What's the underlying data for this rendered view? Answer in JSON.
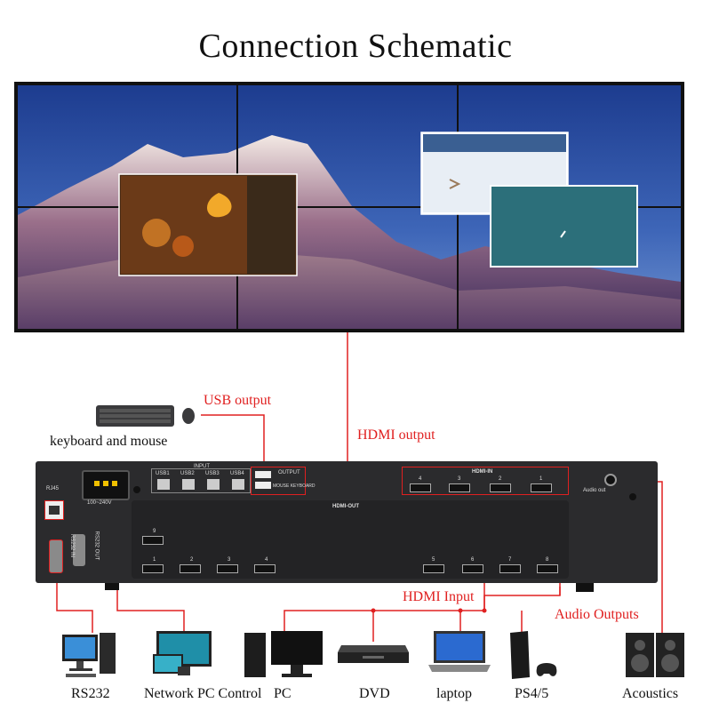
{
  "title": "Connection Schematic",
  "labels": {
    "usb_output": "USB output",
    "keyboard_mouse": "keyboard and mouse",
    "hdmi_output": "HDMI output",
    "hdmi_input": "HDMI Input",
    "audio_outputs": "Audio Outputs"
  },
  "device": {
    "input_group": "INPUT",
    "usb_ports": [
      "USB1",
      "USB2",
      "USB3",
      "USB4"
    ],
    "output_group": "OUTPUT",
    "mouse_keyboard": "MOUSE KEYBOARD",
    "hdmi_in_title": "HDMI-IN",
    "hdmi_in_ports": [
      "4",
      "3",
      "2",
      "1"
    ],
    "audio_out": "Audio out",
    "hdmi_out_title": "HDMI-OUT",
    "hdmi_out_top_port": "9",
    "hdmi_out_ports_left": [
      "1",
      "2",
      "3",
      "4"
    ],
    "hdmi_out_ports_right": [
      "5",
      "6",
      "7",
      "8"
    ],
    "rj45": "RJ45",
    "power": "100~240V",
    "rs232_in": "RS232 IN",
    "rs232_out": "RS232 OUT"
  },
  "sources": [
    {
      "label": "RS232",
      "icon": "desktop-computer-icon"
    },
    {
      "label": "Network PC Control",
      "icon": "monitor-laptop-icon"
    },
    {
      "label": "PC",
      "icon": "pc-tower-icon"
    },
    {
      "label": "DVD",
      "icon": "dvd-player-icon"
    },
    {
      "label": "laptop",
      "icon": "laptop-icon"
    },
    {
      "label": "PS4/5",
      "icon": "game-console-icon"
    },
    {
      "label": "Acoustics",
      "icon": "speaker-icon"
    }
  ],
  "colors": {
    "line": "#e02020",
    "device": "#2b2b2d",
    "label_red": "#e02020"
  }
}
